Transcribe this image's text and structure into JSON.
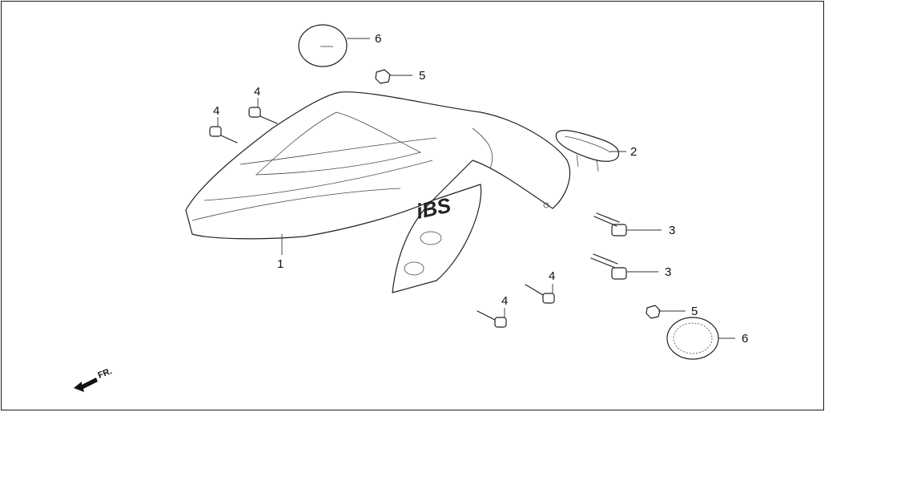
{
  "callouts": [
    {
      "id": "c1",
      "label": "1"
    },
    {
      "id": "c2",
      "label": "2"
    },
    {
      "id": "c3a",
      "label": "3"
    },
    {
      "id": "c3b",
      "label": "3"
    },
    {
      "id": "c4a",
      "label": "4"
    },
    {
      "id": "c4b",
      "label": "4"
    },
    {
      "id": "c4c",
      "label": "4"
    },
    {
      "id": "c4d",
      "label": "4"
    },
    {
      "id": "c5a",
      "label": "5"
    },
    {
      "id": "c5b",
      "label": "5"
    },
    {
      "id": "c6a",
      "label": "6"
    },
    {
      "id": "c6b",
      "label": "6"
    }
  ],
  "front_indicator": {
    "label": "FR."
  },
  "fender_logo": {
    "text": "iBS"
  },
  "colors": {
    "line": "#222222",
    "frame": "#1a1a1a",
    "background": "#ffffff"
  }
}
